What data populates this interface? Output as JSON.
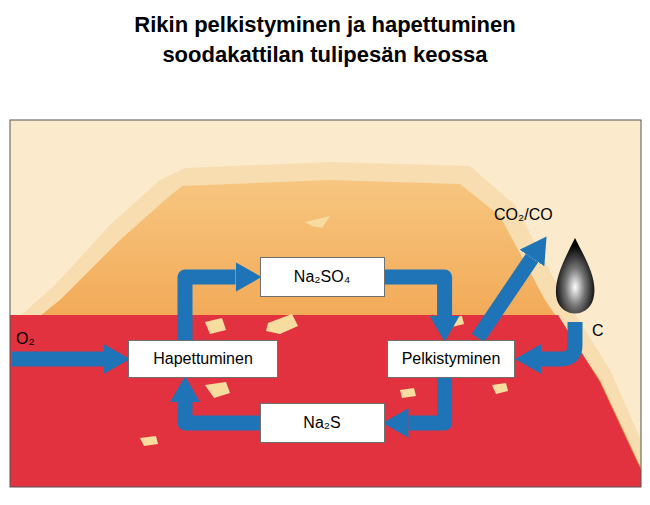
{
  "diagram": {
    "title": "Rikin pelkistyminen ja hapettuminen soodakattilan tulipesän keossa",
    "nodes": [
      {
        "text": [
          "Na₂SO₄"
        ]
      },
      {
        "text": [
          "Hapettuminen"
        ]
      },
      {
        "text": [
          "Pelkistyminen"
        ]
      },
      {
        "text": [
          "Na₂S"
        ]
      }
    ],
    "edges": [
      {
        "from": 1,
        "to": 0,
        "arrow": "to"
      },
      {
        "from": 0,
        "to": 2,
        "arrow": "to"
      },
      {
        "from": 2,
        "to": 3,
        "arrow": "to"
      },
      {
        "from": 3,
        "to": 1,
        "arrow": "to"
      }
    ],
    "labels": [
      "O₂",
      "CO₂/CO",
      "C"
    ]
  }
}
